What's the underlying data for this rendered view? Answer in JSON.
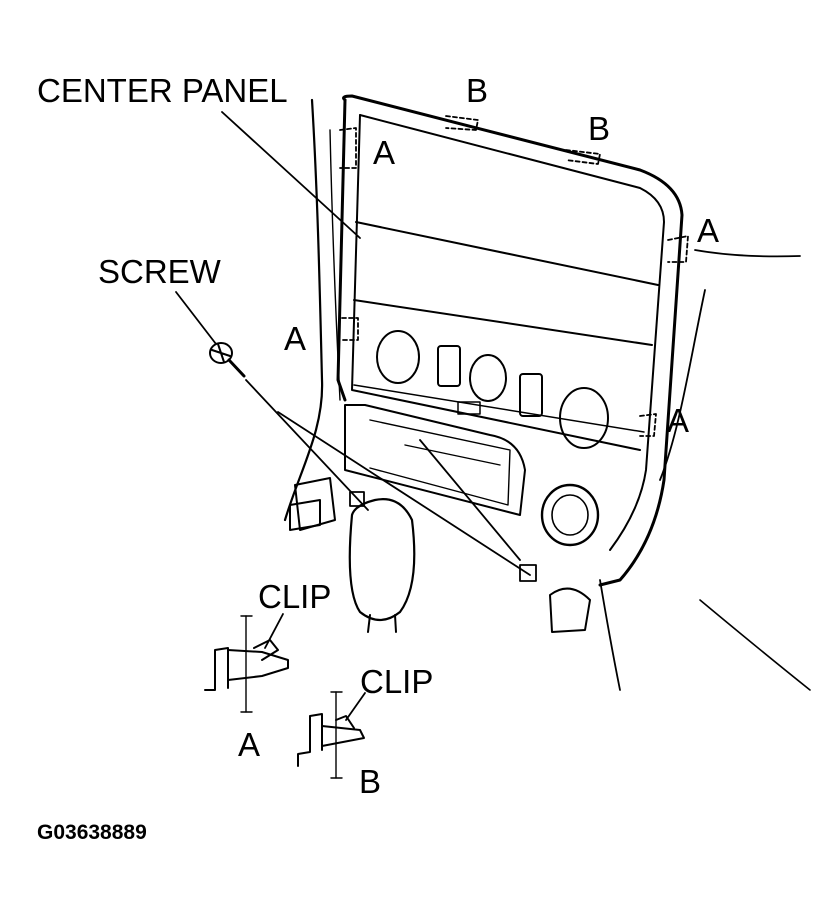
{
  "labels": {
    "center_panel": "CENTER PANEL",
    "screw": "SCREW",
    "clip_a": "CLIP",
    "clip_b": "CLIP",
    "a_top_left": "A",
    "a_left_mid": "A",
    "a_right_top": "A",
    "a_right_bottom": "A",
    "a_clip_detail": "A",
    "b_top": "B",
    "b_top_right": "B",
    "b_clip_detail": "B"
  },
  "figure_id": "G03638889",
  "colors": {
    "ink": "#000000",
    "background": "#ffffff"
  }
}
